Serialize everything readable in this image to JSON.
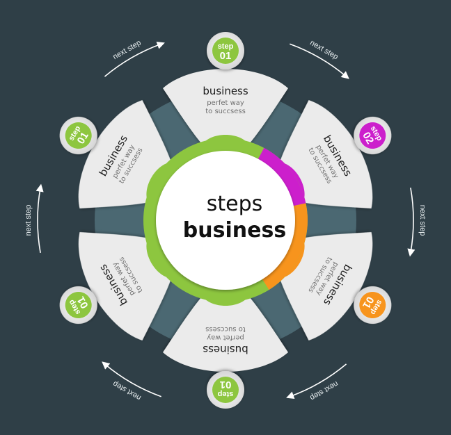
{
  "center": {
    "line1": "steps",
    "line2": "business"
  },
  "colors": {
    "background": "#2f3f47",
    "ring_shadow": "#4b6872",
    "green": "#8dc63f",
    "magenta": "#cc1fcc",
    "orange": "#f7941d",
    "petal": "#ebebeb"
  },
  "petals": [
    {
      "title": "business",
      "line1": "perfet way",
      "line2": "to succsess",
      "step_word": "step",
      "step_num": "01",
      "color": "#8dc63f"
    },
    {
      "title": "business",
      "line1": "perfet way",
      "line2": "to succsess",
      "step_word": "step",
      "step_num": "02",
      "color": "#cc1fcc"
    },
    {
      "title": "business",
      "line1": "perfet way",
      "line2": "to succsess",
      "step_word": "step",
      "step_num": "01",
      "color": "#f7941d"
    },
    {
      "title": "business",
      "line1": "perfet way",
      "line2": "to succsess",
      "step_word": "step",
      "step_num": "01",
      "color": "#8dc63f"
    },
    {
      "title": "business",
      "line1": "perfet way",
      "line2": "to succsess",
      "step_word": "step",
      "step_num": "01",
      "color": "#8dc63f"
    },
    {
      "title": "business",
      "line1": "perfet way",
      "line2": "to succsess",
      "step_word": "step",
      "step_num": "01",
      "color": "#8dc63f"
    }
  ],
  "arrows": [
    "next step",
    "next step",
    "next step",
    "next step",
    "next step",
    "next step"
  ]
}
